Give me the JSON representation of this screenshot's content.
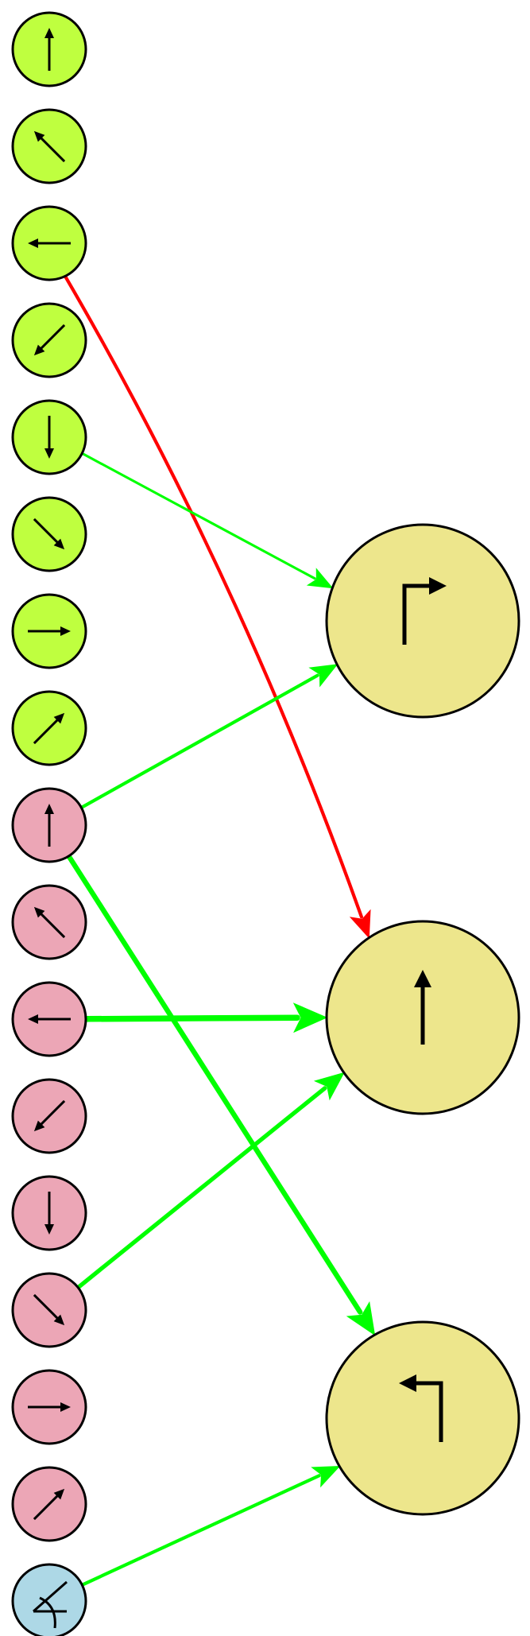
{
  "colors": {
    "background": "#ffffff",
    "direction_group_1": "#bfff3f",
    "direction_group_2": "#eca6b6",
    "extra_node": "#add8e6",
    "output_node": "#ede68c",
    "inhibitory_edge": "#ff0000",
    "excitatory_edge": "#00ff00",
    "outline": "#000000"
  },
  "input_nodes": [
    {
      "id": "g-up",
      "group": "direction_group_1",
      "icon": "arrow-up-icon"
    },
    {
      "id": "g-up-left",
      "group": "direction_group_1",
      "icon": "arrow-up-left-icon"
    },
    {
      "id": "g-left",
      "group": "direction_group_1",
      "icon": "arrow-left-icon"
    },
    {
      "id": "g-down-left",
      "group": "direction_group_1",
      "icon": "arrow-down-left-icon"
    },
    {
      "id": "g-down",
      "group": "direction_group_1",
      "icon": "arrow-down-icon"
    },
    {
      "id": "g-down-right",
      "group": "direction_group_1",
      "icon": "arrow-down-right-icon"
    },
    {
      "id": "g-right",
      "group": "direction_group_1",
      "icon": "arrow-right-icon"
    },
    {
      "id": "g-up-right",
      "group": "direction_group_1",
      "icon": "arrow-up-right-icon"
    },
    {
      "id": "p-up",
      "group": "direction_group_2",
      "icon": "arrow-up-icon"
    },
    {
      "id": "p-up-left",
      "group": "direction_group_2",
      "icon": "arrow-up-left-icon"
    },
    {
      "id": "p-left",
      "group": "direction_group_2",
      "icon": "arrow-left-icon"
    },
    {
      "id": "p-down-left",
      "group": "direction_group_2",
      "icon": "arrow-down-left-icon"
    },
    {
      "id": "p-down",
      "group": "direction_group_2",
      "icon": "arrow-down-icon"
    },
    {
      "id": "p-down-right",
      "group": "direction_group_2",
      "icon": "arrow-down-right-icon"
    },
    {
      "id": "p-right",
      "group": "direction_group_2",
      "icon": "arrow-right-icon"
    },
    {
      "id": "p-up-right",
      "group": "direction_group_2",
      "icon": "arrow-up-right-icon"
    },
    {
      "id": "b-angle",
      "group": "extra_node",
      "icon": "angle-icon"
    }
  ],
  "output_nodes": [
    {
      "id": "out-turn-right",
      "icon": "turn-right-icon"
    },
    {
      "id": "out-straight",
      "icon": "straight-up-icon"
    },
    {
      "id": "out-turn-left",
      "icon": "turn-left-icon"
    }
  ],
  "edges": [
    {
      "from": "g-left",
      "to": "out-straight",
      "type": "inhibitory_edge",
      "weight": 2
    },
    {
      "from": "g-down",
      "to": "out-turn-right",
      "type": "excitatory_edge",
      "weight": 1
    },
    {
      "from": "p-up",
      "to": "out-turn-right",
      "type": "excitatory_edge",
      "weight": 2
    },
    {
      "from": "p-up",
      "to": "out-turn-left",
      "type": "excitatory_edge",
      "weight": 4
    },
    {
      "from": "p-left",
      "to": "out-straight",
      "type": "excitatory_edge",
      "weight": 5
    },
    {
      "from": "p-down-right",
      "to": "out-straight",
      "type": "excitatory_edge",
      "weight": 3
    },
    {
      "from": "b-angle",
      "to": "out-turn-left",
      "type": "excitatory_edge",
      "weight": 2
    }
  ]
}
